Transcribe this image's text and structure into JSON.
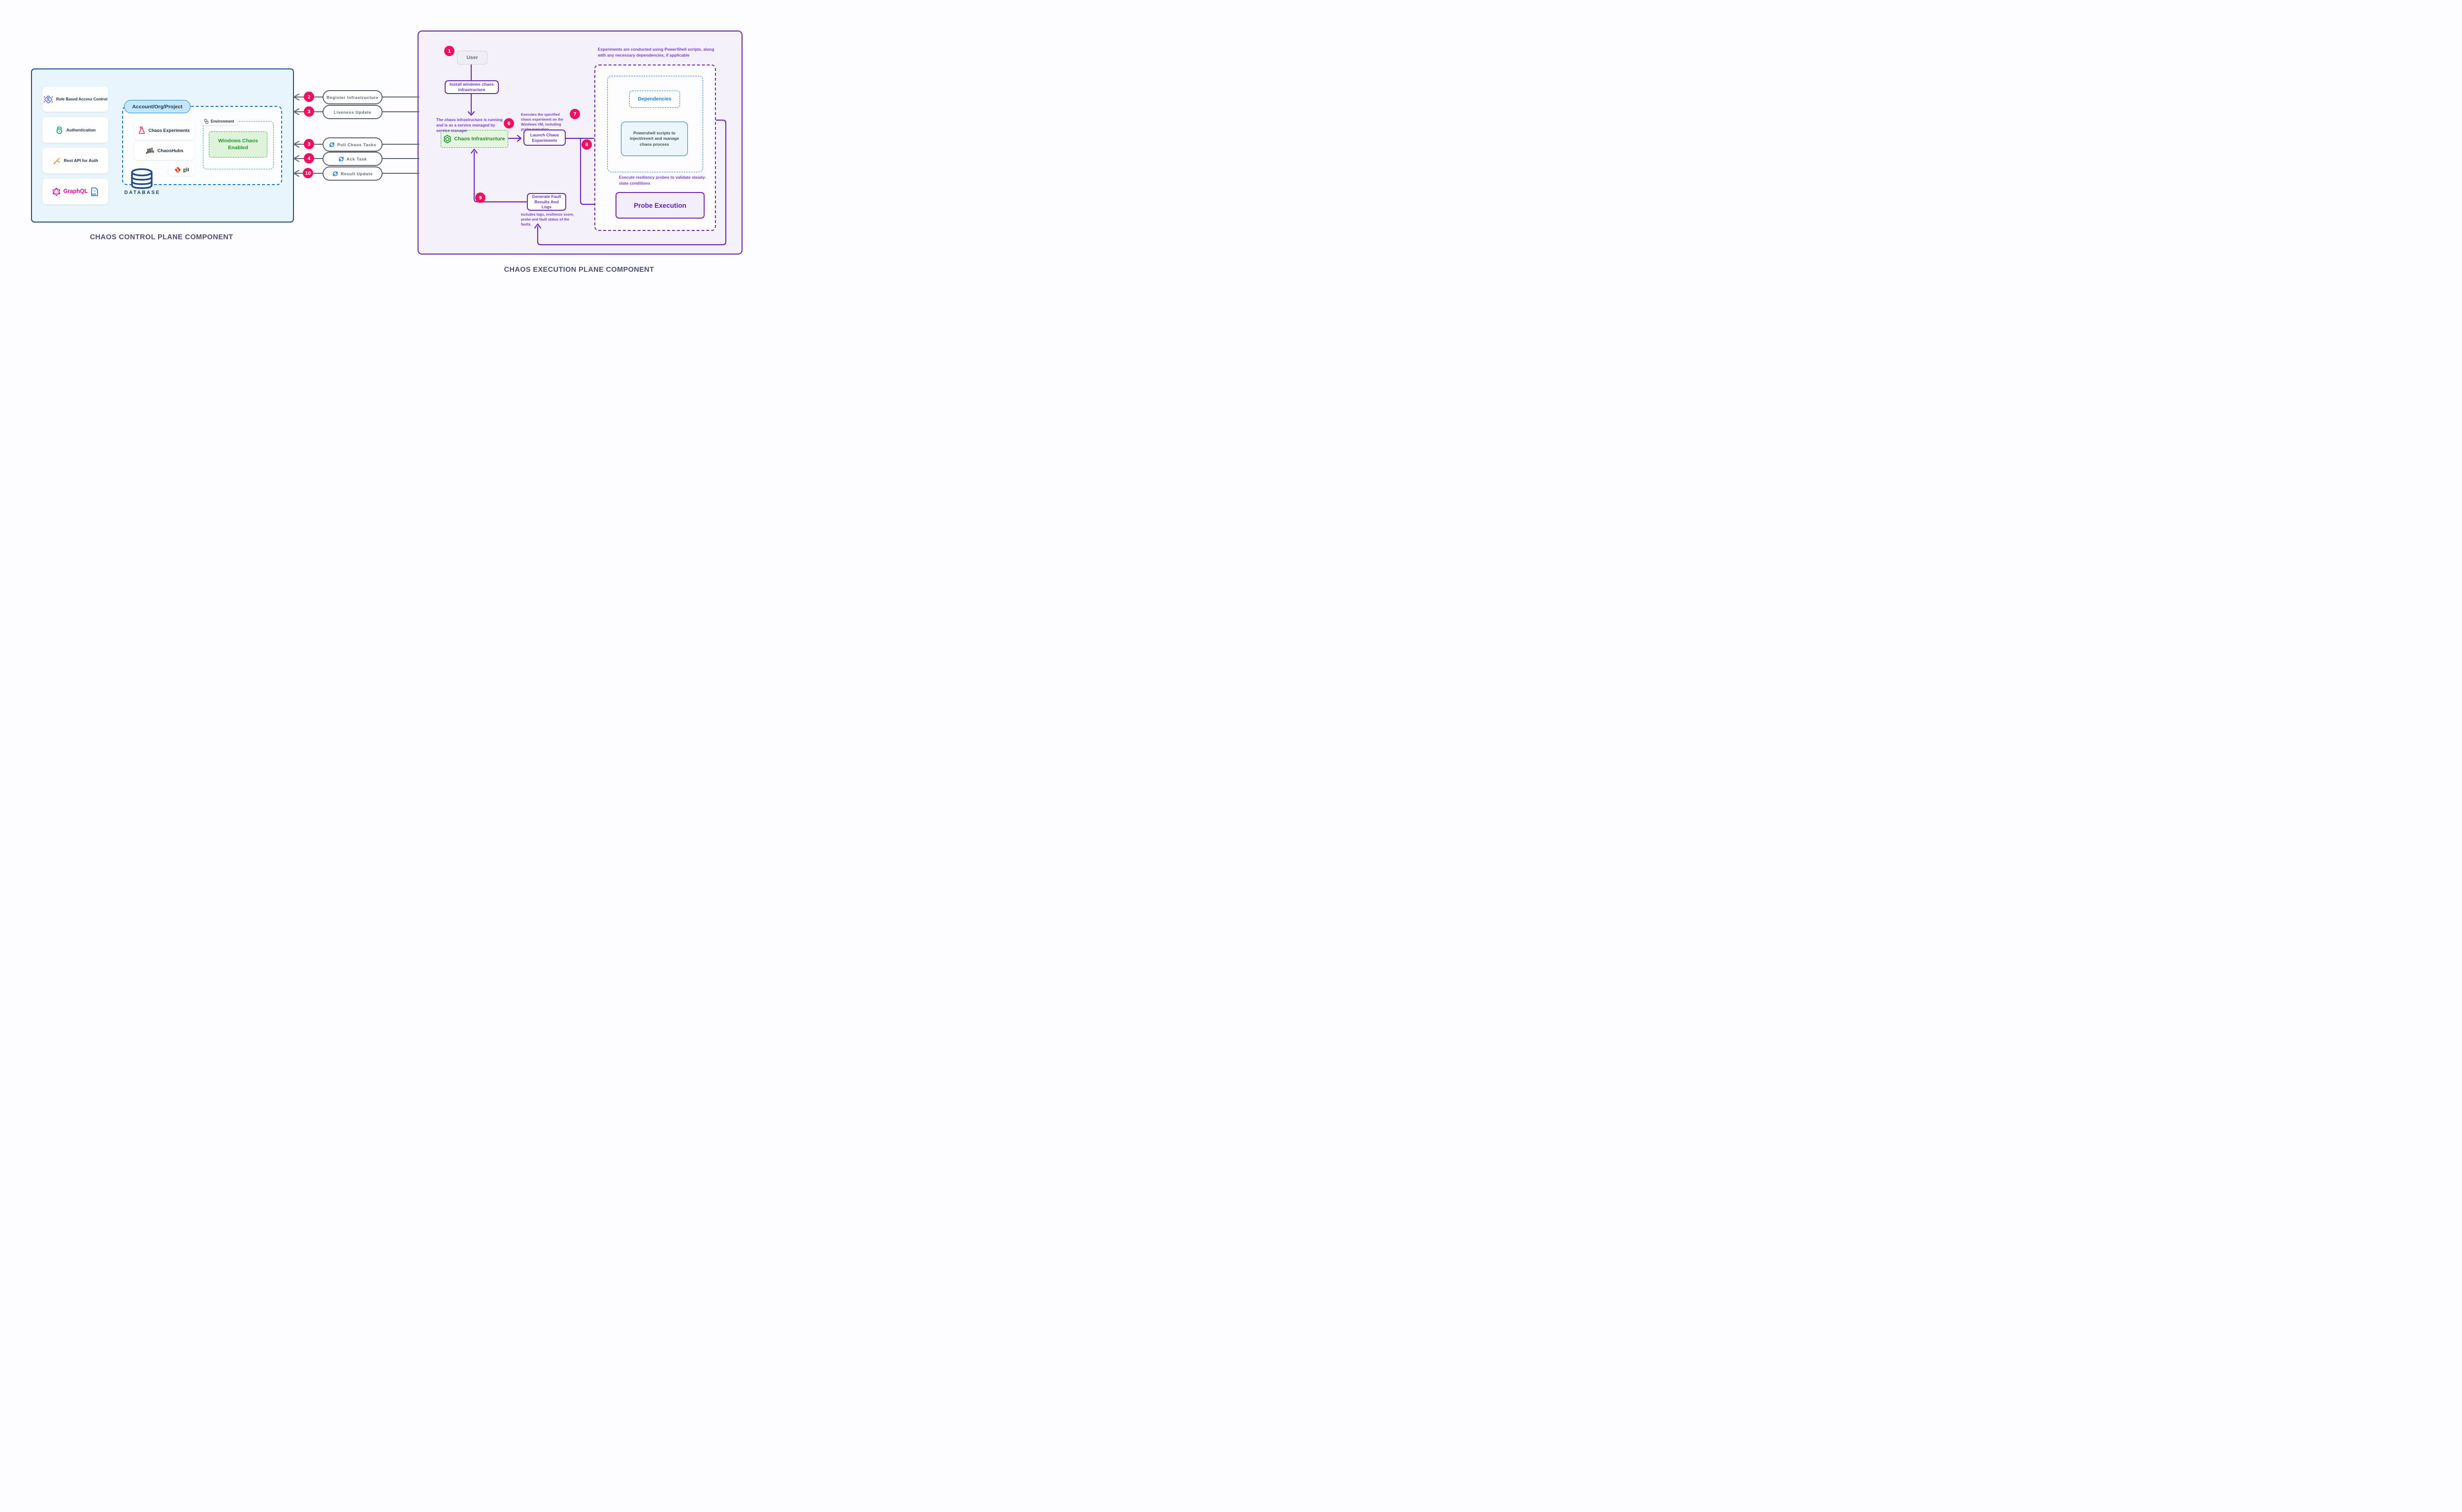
{
  "titles": {
    "left": "CHAOS CONTROL PLANE COMPONENT",
    "right": "CHAOS EXECUTION PLANE COMPONENT"
  },
  "control_plane": {
    "services": [
      {
        "label": "Role Based Access Control",
        "icon": "rbac-icon"
      },
      {
        "label": "Authentication",
        "icon": "authentication-icon"
      },
      {
        "label": "Rest API for Auth",
        "icon": "rest-api-icon"
      },
      {
        "label": "GraphQL",
        "icon": "graphql-icon"
      }
    ],
    "api_doc_label": "API",
    "account_pill": "Account/Org/Project",
    "chaos_experiments": "Chaos Experiments",
    "chaoshubs": "ChaosHubs",
    "git": "git",
    "environment": "Environment",
    "windows_chaos": "Windows Chaos Enabled",
    "database": "DATABASE"
  },
  "flows": [
    {
      "num": "2",
      "label": "Register Infrastructure",
      "sync": false
    },
    {
      "num": "3",
      "label": "Liveness Update",
      "sync": false
    },
    {
      "num": "3",
      "label": "Poll Chaos Tasks",
      "sync": true
    },
    {
      "num": "4",
      "label": "Ack Task",
      "sync": true
    },
    {
      "num": "10",
      "label": "Result Update",
      "sync": true
    }
  ],
  "execution_plane": {
    "badge_1": "1",
    "user": "User",
    "install": "Install windows chaos infrastructure",
    "note_running": "The chaos infrastructure is running and is as a service managed by service manager",
    "badge_6": "6",
    "chaos_infrastructure": "Chaos Infrastructure",
    "note_executes": "Executes the specified chaos experiment on the Windows VM, including probe execution",
    "badge_7": "7",
    "launch": "Launch Chaos Experiments",
    "badge_8": "8",
    "note_powershell": "Experiments are conducted using PowerShell scripts, along with any necessary dependencies, if applicable",
    "dependencies": "Dependencies",
    "powershell": "Powershell scripts to inject/revert and manage chaos process",
    "note_probes": "Execute resiliency probes to validate steady-state conditions",
    "probe_execution": "Probe Execution",
    "badge_9": "9",
    "generate": "Generate Fault Results And Logs",
    "note_includes": "Includes logs, resilience score, probe and fault status of the faults."
  },
  "colors": {
    "badge": "#F0105F",
    "purple": "#6F2DBD",
    "purple_note": "#7B3CC8",
    "blue": "#1878D2",
    "navy_border": "#1C4E8C",
    "slate_line": "#5E6878",
    "green_border": "#44A942",
    "green_text": "#1F8B2C",
    "left_panel_bg": "#E9F5FC",
    "right_panel_bg": "#F5F1FA",
    "git_red": "#DE4A32",
    "graphql_pink": "#E10098"
  }
}
